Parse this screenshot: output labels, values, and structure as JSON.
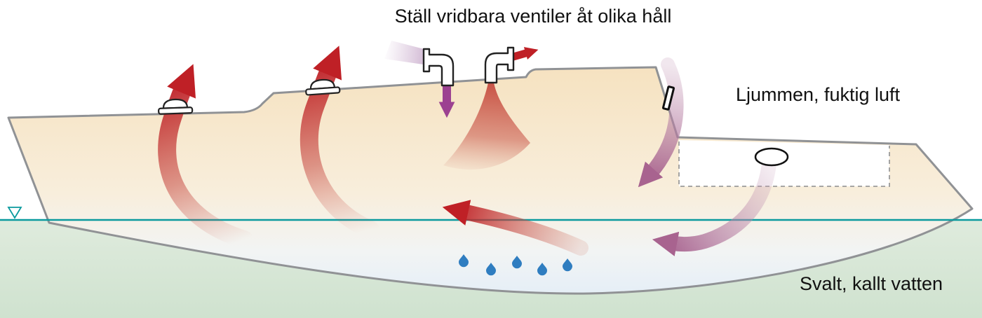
{
  "diagram": {
    "title": "Ställ vridbara ventiler åt olika håll",
    "labels": {
      "humid_air": "Ljummen, fuktig luft",
      "cool_water": "Svalt, kallt vatten"
    },
    "colors": {
      "waterline_teal": "#0a9a9e",
      "water_green": "#dcead9",
      "hull_beige": "#f6e2c0",
      "hull_outline_gray": "#909295",
      "warm_air_red": "#bf2026",
      "humid_air_mauve": "#a8638f",
      "vent_purple": "#9c4191",
      "droplet_blue": "#2f7dc0"
    }
  }
}
